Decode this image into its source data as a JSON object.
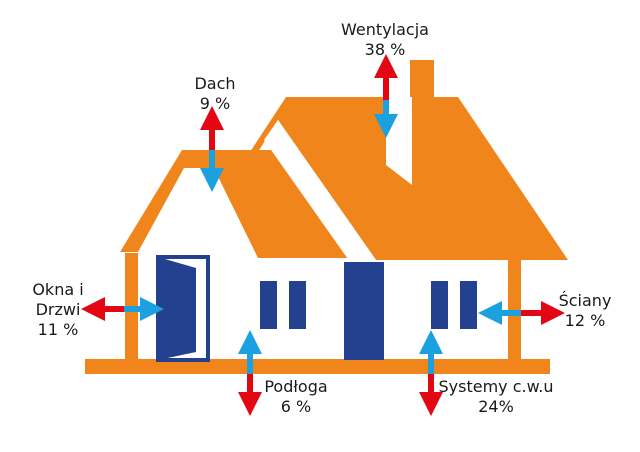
{
  "colors": {
    "roof": "#F0851C",
    "door": "#24418F",
    "loss_arrow": "#E30613",
    "gain_arrow": "#1BA0E0",
    "background": "#FFFFFF",
    "text": "#1A1A1A"
  },
  "labels": {
    "wentylacja": {
      "name": "Wentylacja",
      "value": "38 %"
    },
    "dach": {
      "name": "Dach",
      "value": "9 %"
    },
    "okna": {
      "name_line1": "Okna i",
      "name_line2": "Drzwi",
      "value": "11 %"
    },
    "sciany": {
      "name": "Ściany",
      "value": "12 %"
    },
    "podloga": {
      "name": "Podłoga",
      "value": "6 %"
    },
    "cwu": {
      "name": "Systemy c.w.u",
      "value": "24%"
    }
  }
}
